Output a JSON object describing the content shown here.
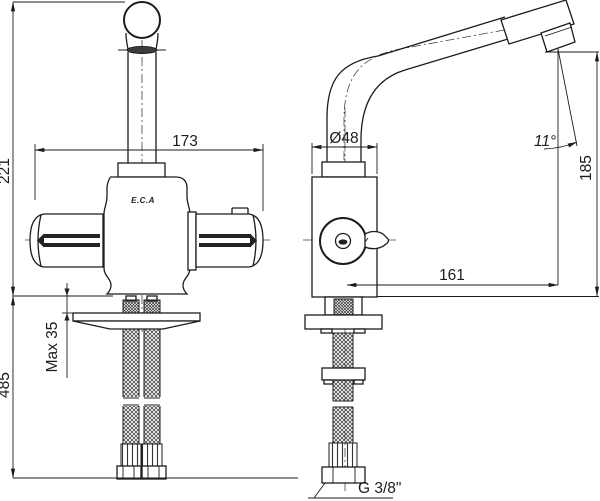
{
  "drawing": {
    "brand_label": "E.C.A",
    "front_view": {
      "width_mm": "173",
      "height_mm": "221",
      "max_deck_thickness": "Max 35",
      "total_height_mm": "485"
    },
    "side_view": {
      "body_diameter": "Ø48",
      "spout_angle": "11°",
      "outlet_height_mm": "185",
      "outlet_reach_mm": "161",
      "connection_thread": "G 3/8\""
    },
    "colors": {
      "line": "#1c1c1c",
      "background": "#ffffff"
    }
  }
}
